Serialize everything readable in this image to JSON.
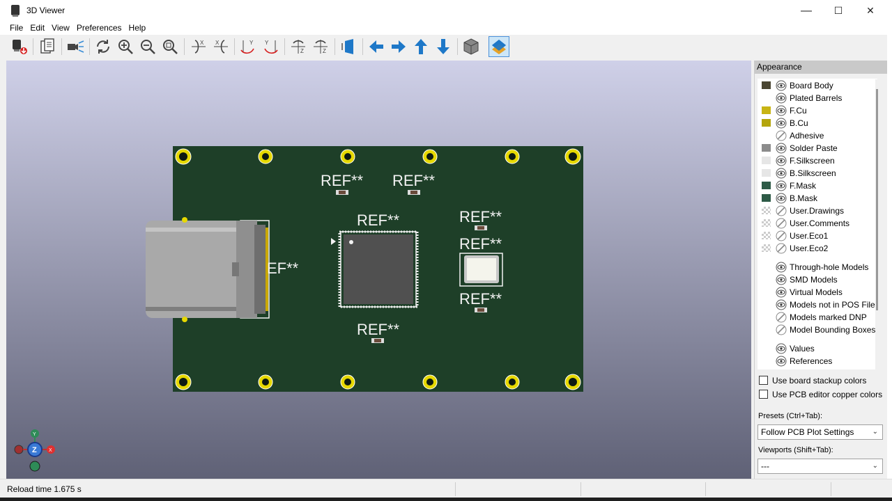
{
  "window": {
    "title": "3D Viewer",
    "minimize": "—",
    "maximize": "☐",
    "close": "✕"
  },
  "menu": [
    "File",
    "Edit",
    "View",
    "Preferences",
    "Help"
  ],
  "toolbar_icons": [
    "export-image",
    "copy",
    "raytrace",
    "reload",
    "zoom-in",
    "zoom-out",
    "zoom-fit",
    "rotate-x-cw",
    "rotate-x-ccw",
    "rotate-y-cw",
    "rotate-y-ccw",
    "rotate-z-cw",
    "rotate-z-ccw",
    "flip-board",
    "pan-left",
    "pan-right",
    "pan-up",
    "pan-down",
    "ortho",
    "layers-manager"
  ],
  "board": {
    "ref_label": "REF**",
    "ref_partial": "EF**",
    "colors": {
      "pcb": "#1e3f28",
      "pad": "#e6d800",
      "silk": "#f2f2f2",
      "component": "#505050",
      "viewport_top": "#cfd0e8",
      "viewport_bottom": "#5f6176"
    }
  },
  "axes": {
    "z": "Z",
    "y": "Y",
    "x": "X"
  },
  "appearance": {
    "title": "Appearance",
    "layers": [
      {
        "name": "Board Body",
        "color": "#4a4632",
        "visible": true
      },
      {
        "name": "Plated Barrels",
        "color": "",
        "visible": true
      },
      {
        "name": "F.Cu",
        "color": "#c8b414",
        "visible": true
      },
      {
        "name": "B.Cu",
        "color": "#b4a50c",
        "visible": true
      },
      {
        "name": "Adhesive",
        "color": "",
        "visible": false
      },
      {
        "name": "Solder Paste",
        "color": "#8c8c8c",
        "visible": true
      },
      {
        "name": "F.Silkscreen",
        "color": "#e6e6e6",
        "visible": true
      },
      {
        "name": "B.Silkscreen",
        "color": "#e6e6e6",
        "visible": true
      },
      {
        "name": "F.Mask",
        "color": "#2d5a46",
        "visible": true
      },
      {
        "name": "B.Mask",
        "color": "#2d5a46",
        "visible": true
      },
      {
        "name": "User.Drawings",
        "color": "checker",
        "visible": false
      },
      {
        "name": "User.Comments",
        "color": "checker",
        "visible": false
      },
      {
        "name": "User.Eco1",
        "color": "checker",
        "visible": false
      },
      {
        "name": "User.Eco2",
        "color": "checker",
        "visible": false
      }
    ],
    "models": [
      {
        "name": "Through-hole Models",
        "visible": true
      },
      {
        "name": "SMD Models",
        "visible": true
      },
      {
        "name": "Virtual Models",
        "visible": true
      },
      {
        "name": "Models not in POS File",
        "visible": true
      },
      {
        "name": "Models marked DNP",
        "visible": false
      },
      {
        "name": "Model Bounding Boxes",
        "visible": false
      }
    ],
    "texts": [
      {
        "name": "Values",
        "visible": true
      },
      {
        "name": "References",
        "visible": true
      }
    ],
    "use_stackup_colors": "Use board stackup colors",
    "use_pcb_copper_colors": "Use PCB editor copper colors",
    "presets_label": "Presets (Ctrl+Tab):",
    "presets_value": "Follow PCB Plot Settings",
    "viewports_label": "Viewports (Shift+Tab):",
    "viewports_value": "---"
  },
  "status": {
    "reload": "Reload time 1.675 s"
  }
}
